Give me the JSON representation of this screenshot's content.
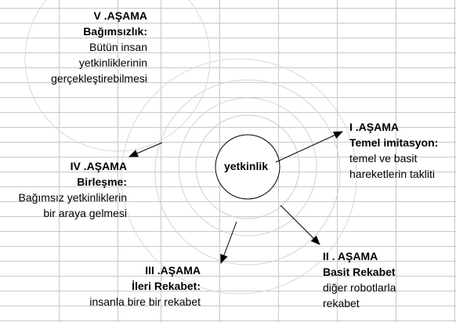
{
  "center": {
    "label": "yetkinlik"
  },
  "stages": {
    "s5": {
      "title": "V .AŞAMA",
      "subtitle": "Bağımsızlık:",
      "lines": [
        "Bütün insan",
        "yetkinliklerinin",
        "gerçekleştirebilmesi"
      ]
    },
    "s1": {
      "title": "I .AŞAMA",
      "subtitle": "Temel imitasyon:",
      "lines": [
        "temel ve basit",
        "hareketlerin takliti"
      ]
    },
    "s4": {
      "title": "IV .AŞAMA",
      "subtitle": "Birleşme:",
      "lines": [
        "Bağımsız yetkinliklerin",
        "bir araya gelmesi"
      ]
    },
    "s3": {
      "title": "III .AŞAMA",
      "subtitle": "İleri Rekabet:",
      "lines": [
        "insanla bire bir rekabet"
      ]
    },
    "s2": {
      "title": "II . AŞAMA",
      "subtitle": "Basit Rekabet",
      "lines": [
        "diğer robotlarla",
        "rekabet"
      ]
    }
  },
  "colors": {
    "grid": "#c8c8c8",
    "rings": "#d2d2d2",
    "inner_ring": "#000000",
    "arrow": "#000000"
  }
}
